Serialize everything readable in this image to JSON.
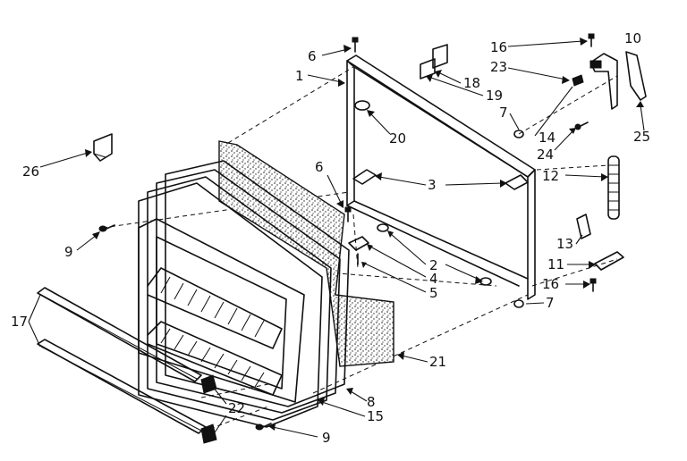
{
  "diagram": {
    "callouts": [
      "1",
      "2",
      "3",
      "4",
      "5",
      "6",
      "6",
      "7",
      "7",
      "8",
      "9",
      "9",
      "10",
      "11",
      "12",
      "13",
      "14",
      "15",
      "16",
      "16",
      "17",
      "18",
      "19",
      "20",
      "21",
      "22",
      "23",
      "24",
      "25",
      "26"
    ],
    "labels": {
      "l1": "1",
      "l2": "2",
      "l3": "3",
      "l4": "4",
      "l5": "5",
      "l6a": "6",
      "l6b": "6",
      "l7a": "7",
      "l7b": "7",
      "l8": "8",
      "l9a": "9",
      "l9b": "9",
      "l10": "10",
      "l11": "11",
      "l12": "12",
      "l13": "13",
      "l14": "14",
      "l15": "15",
      "l16a": "16",
      "l16b": "16",
      "l17": "17",
      "l18": "18",
      "l19": "19",
      "l20": "20",
      "l21": "21",
      "l22": "22",
      "l23": "23",
      "l24": "24",
      "l25": "25",
      "l26": "26"
    }
  }
}
